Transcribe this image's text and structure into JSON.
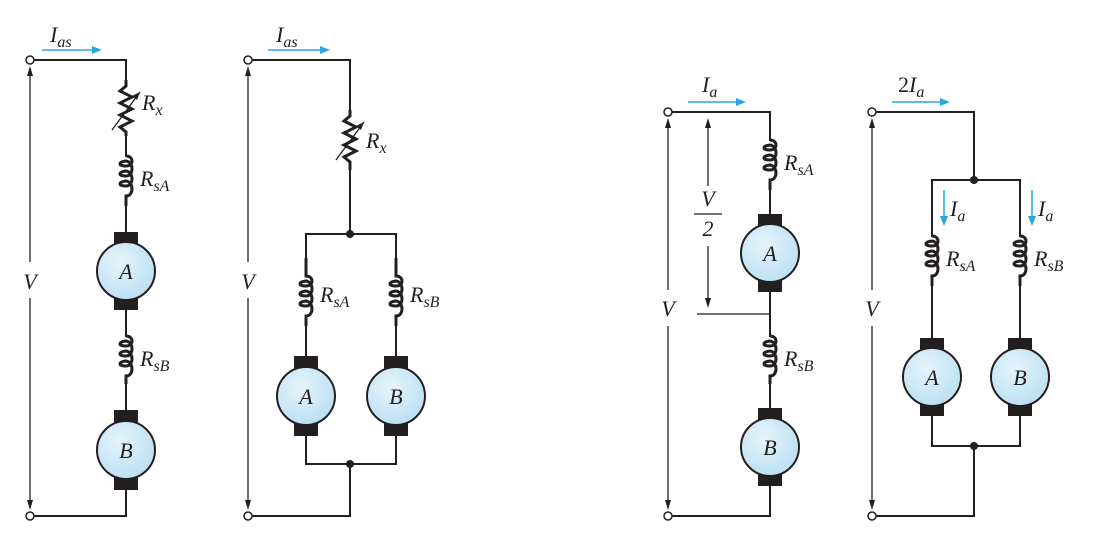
{
  "colors": {
    "wire": "#231f20",
    "armature_fill": "#cfe9f7",
    "current_arrow": "#29a8e0"
  },
  "fig1": {
    "current": {
      "sym": "I",
      "sub": "as"
    },
    "rheostat": {
      "sym": "R",
      "sub": "x"
    },
    "field_a": {
      "sym": "R",
      "sub": "sA"
    },
    "field_b": {
      "sym": "R",
      "sub": "sB"
    },
    "motor_a": "A",
    "motor_b": "B",
    "voltage": "V"
  },
  "fig2": {
    "current": {
      "sym": "I",
      "sub": "as"
    },
    "rheostat": {
      "sym": "R",
      "sub": "x"
    },
    "field_a": {
      "sym": "R",
      "sub": "sA"
    },
    "field_b": {
      "sym": "R",
      "sub": "sB"
    },
    "motor_a": "A",
    "motor_b": "B",
    "voltage": "V"
  },
  "fig3": {
    "current": {
      "sym": "I",
      "sub": "a"
    },
    "field_a": {
      "sym": "R",
      "sub": "sA"
    },
    "field_b": {
      "sym": "R",
      "sub": "sB"
    },
    "motor_a": "A",
    "motor_b": "B",
    "voltage": "V",
    "half_voltage": {
      "numerator": "V",
      "denominator": "2"
    }
  },
  "fig4": {
    "current": {
      "coef": "2",
      "sym": "I",
      "sub": "a"
    },
    "branch_a_current": {
      "sym": "I",
      "sub": "a"
    },
    "branch_b_current": {
      "sym": "I",
      "sub": "a"
    },
    "field_a": {
      "sym": "R",
      "sub": "sA"
    },
    "field_b": {
      "sym": "R",
      "sub": "sB"
    },
    "motor_a": "A",
    "motor_b": "B",
    "voltage": "V"
  }
}
